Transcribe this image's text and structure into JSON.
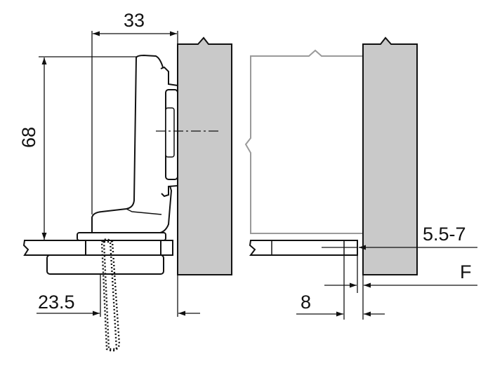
{
  "colors": {
    "panel_fill": "#c9c9c9",
    "line": "#111111",
    "ghost_door": "#9a9a9a",
    "background": "#ffffff"
  },
  "dimensions": {
    "width_top": "33",
    "height_left": "68",
    "drill_distance": "23.5",
    "gap_range": "5.5-7",
    "overlay": "8",
    "overlay_symbol": "F"
  }
}
